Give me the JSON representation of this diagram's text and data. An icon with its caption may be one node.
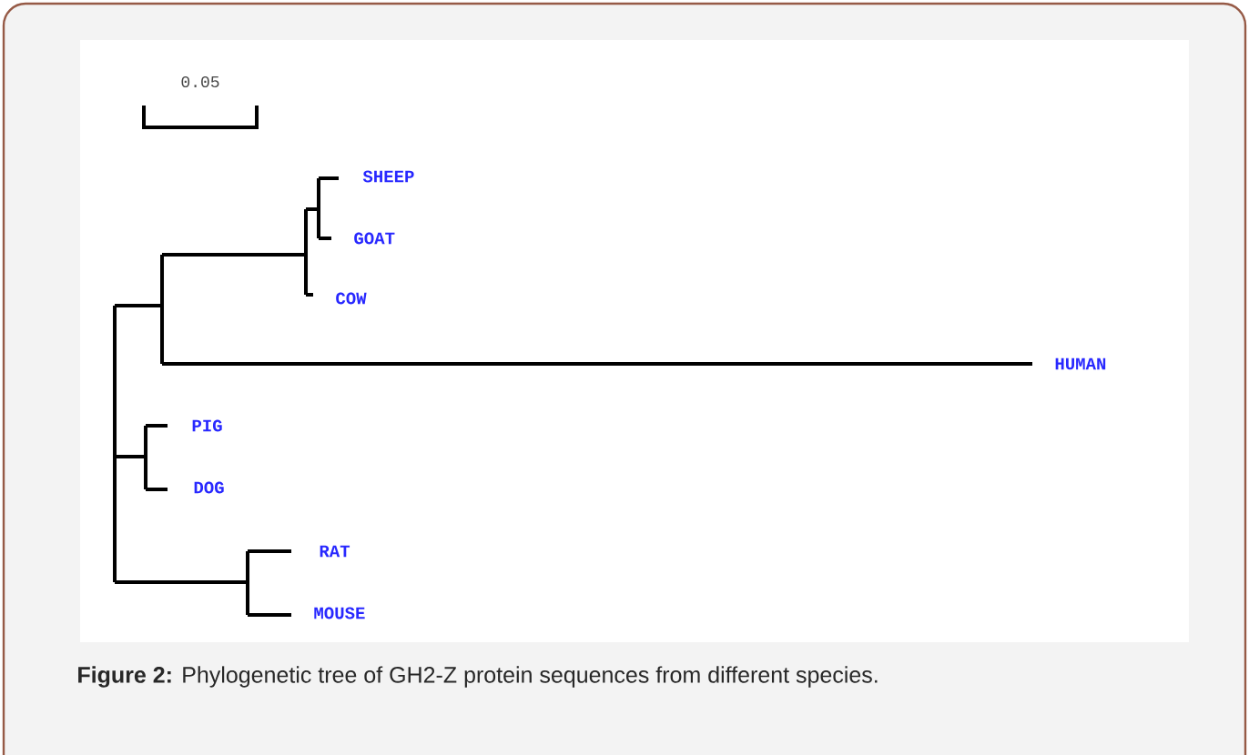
{
  "diagram": {
    "caption": "**Figure 2:** Phylogenetic tree of GH2-Z protein sequences from different species.",
    "labels": [
      "0.05",
      "SHEEP",
      "GOAT",
      "COW",
      "HUMAN",
      "PIG",
      "DOG",
      "RAT",
      "MOUSE"
    ]
  }
}
